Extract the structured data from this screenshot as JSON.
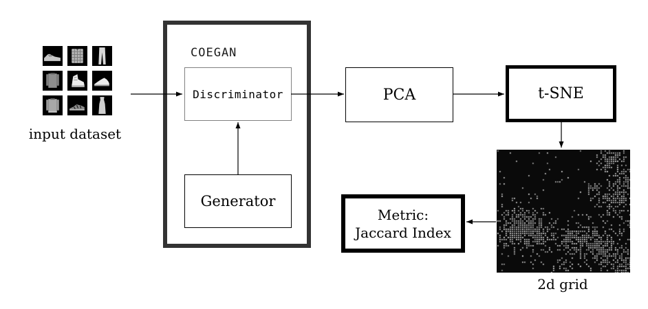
{
  "diagram": {
    "input_dataset": {
      "label": "input dataset",
      "items": [
        "sneaker",
        "plaid shirt",
        "trousers",
        "long-sleeve shirt",
        "high-top sneaker",
        "slipper",
        "pullover",
        "sandal",
        "dress"
      ]
    },
    "coegan": {
      "title": "COEGAN",
      "discriminator_label": "Discriminator",
      "generator_label": "Generator"
    },
    "pca": {
      "label": "PCA"
    },
    "tsne": {
      "label": "t-SNE"
    },
    "grid": {
      "label": "2d grid",
      "texture": {
        "seed": 7,
        "step": 3,
        "base_density": 0.022,
        "dot_size": 1.7,
        "background": "#0a0a0a",
        "clusters": [
          [
            0.85,
            0.07,
            0.09,
            0.85
          ],
          [
            0.97,
            0.22,
            0.08,
            0.6
          ],
          [
            0.88,
            0.4,
            0.12,
            0.75
          ],
          [
            0.72,
            0.3,
            0.05,
            0.35
          ],
          [
            0.18,
            0.6,
            0.13,
            0.8
          ],
          [
            0.33,
            0.7,
            0.1,
            0.65
          ],
          [
            0.1,
            0.7,
            0.09,
            0.55
          ],
          [
            0.6,
            0.72,
            0.12,
            0.7
          ],
          [
            0.8,
            0.8,
            0.13,
            0.75
          ],
          [
            0.97,
            0.93,
            0.08,
            0.8
          ],
          [
            0.5,
            0.95,
            0.06,
            0.5
          ],
          [
            0.27,
            0.93,
            0.05,
            0.4
          ],
          [
            0.03,
            0.25,
            0.04,
            0.35
          ],
          [
            0.45,
            0.25,
            0.03,
            0.2
          ],
          [
            0.98,
            0.6,
            0.05,
            0.5
          ]
        ]
      }
    },
    "metric": {
      "label_line1": "Metric:",
      "label_line2": "Jaccard Index"
    },
    "colors": {
      "background": "#ffffff",
      "text": "#000000",
      "thick_border": "#000000",
      "coegan_border": "#333333",
      "discriminator_border": "#808080"
    }
  }
}
